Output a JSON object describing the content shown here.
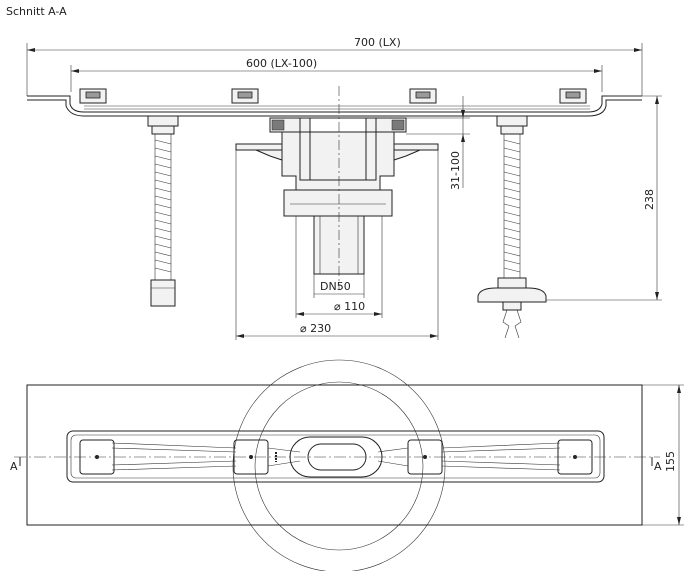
{
  "section_title": "Schnitt A-A",
  "dimensions": {
    "overall_width": "700 (LX)",
    "inner_width": "600 (LX-100)",
    "height_range": "31-100",
    "total_height": "238",
    "pipe_dn": "DN50",
    "body_diameter": "⌀ 110",
    "flange_diameter": "⌀ 230",
    "plan_width": "155"
  },
  "section_markers": {
    "left": "A",
    "right": "A"
  }
}
